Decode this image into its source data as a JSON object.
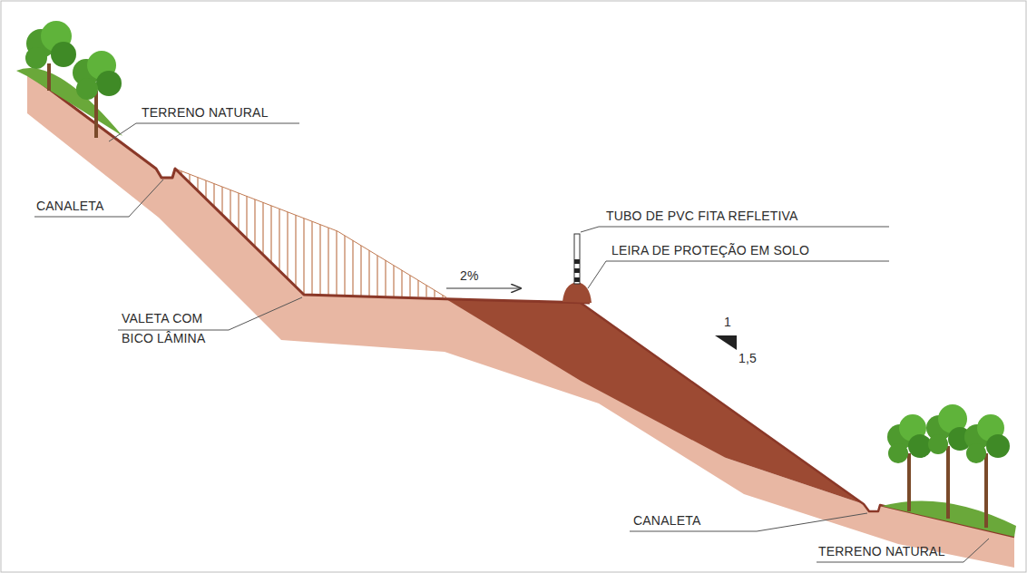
{
  "diagram": {
    "labels": [
      "TERRENO NATURAL",
      "CANALETA",
      "TUBO DE PVC FITA REFLETIVA",
      "2%",
      "LEIRA DE PROTEÇÃO EM SOLO",
      "VALETA COM BICO LÂMINA",
      "1",
      "1,5",
      "CANALETA",
      "TERRENO NATURAL"
    ]
  }
}
